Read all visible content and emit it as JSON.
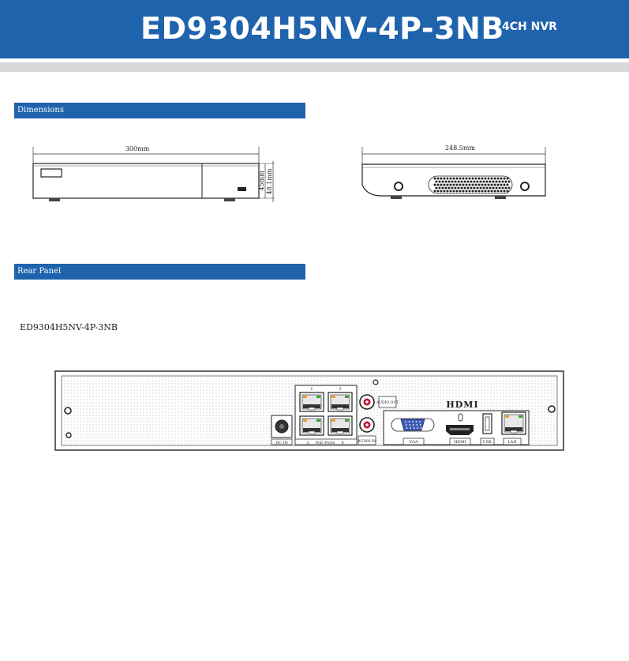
{
  "header": {
    "model": "ED9304H5NV-4P-3NB",
    "subtitle": "4CH NVR"
  },
  "sections": {
    "dimensions": "Dimensions",
    "rear_panel": "Rear Panel"
  },
  "dimensions": {
    "width": "300mm",
    "depth": "248.5mm",
    "height_inner": "45mm",
    "height_outer": "48.1mm"
  },
  "rear": {
    "model_label": "ED9304H5NV-4P-3NB",
    "labels": {
      "dc_in": "DC IN",
      "poe_2": "2",
      "poe_ports": "PoE Ports",
      "poe_4": "4",
      "poe_1": "1",
      "poe_3": "3",
      "audio_out": "AUDIO OUT",
      "audio_in": "AUDIO IN",
      "hdmi_logo": "HDMI",
      "vga": "VGA",
      "hdmi": "HDMI",
      "usb": "USB",
      "lan": "LAN"
    }
  },
  "colors": {
    "brand_blue": "#1f63ad",
    "band_gray": "#d8d8d8",
    "port_orange": "#f0a030",
    "port_green": "#3aa335",
    "vga_blue": "#3b5bb5",
    "audio_red": "#c8102e"
  }
}
